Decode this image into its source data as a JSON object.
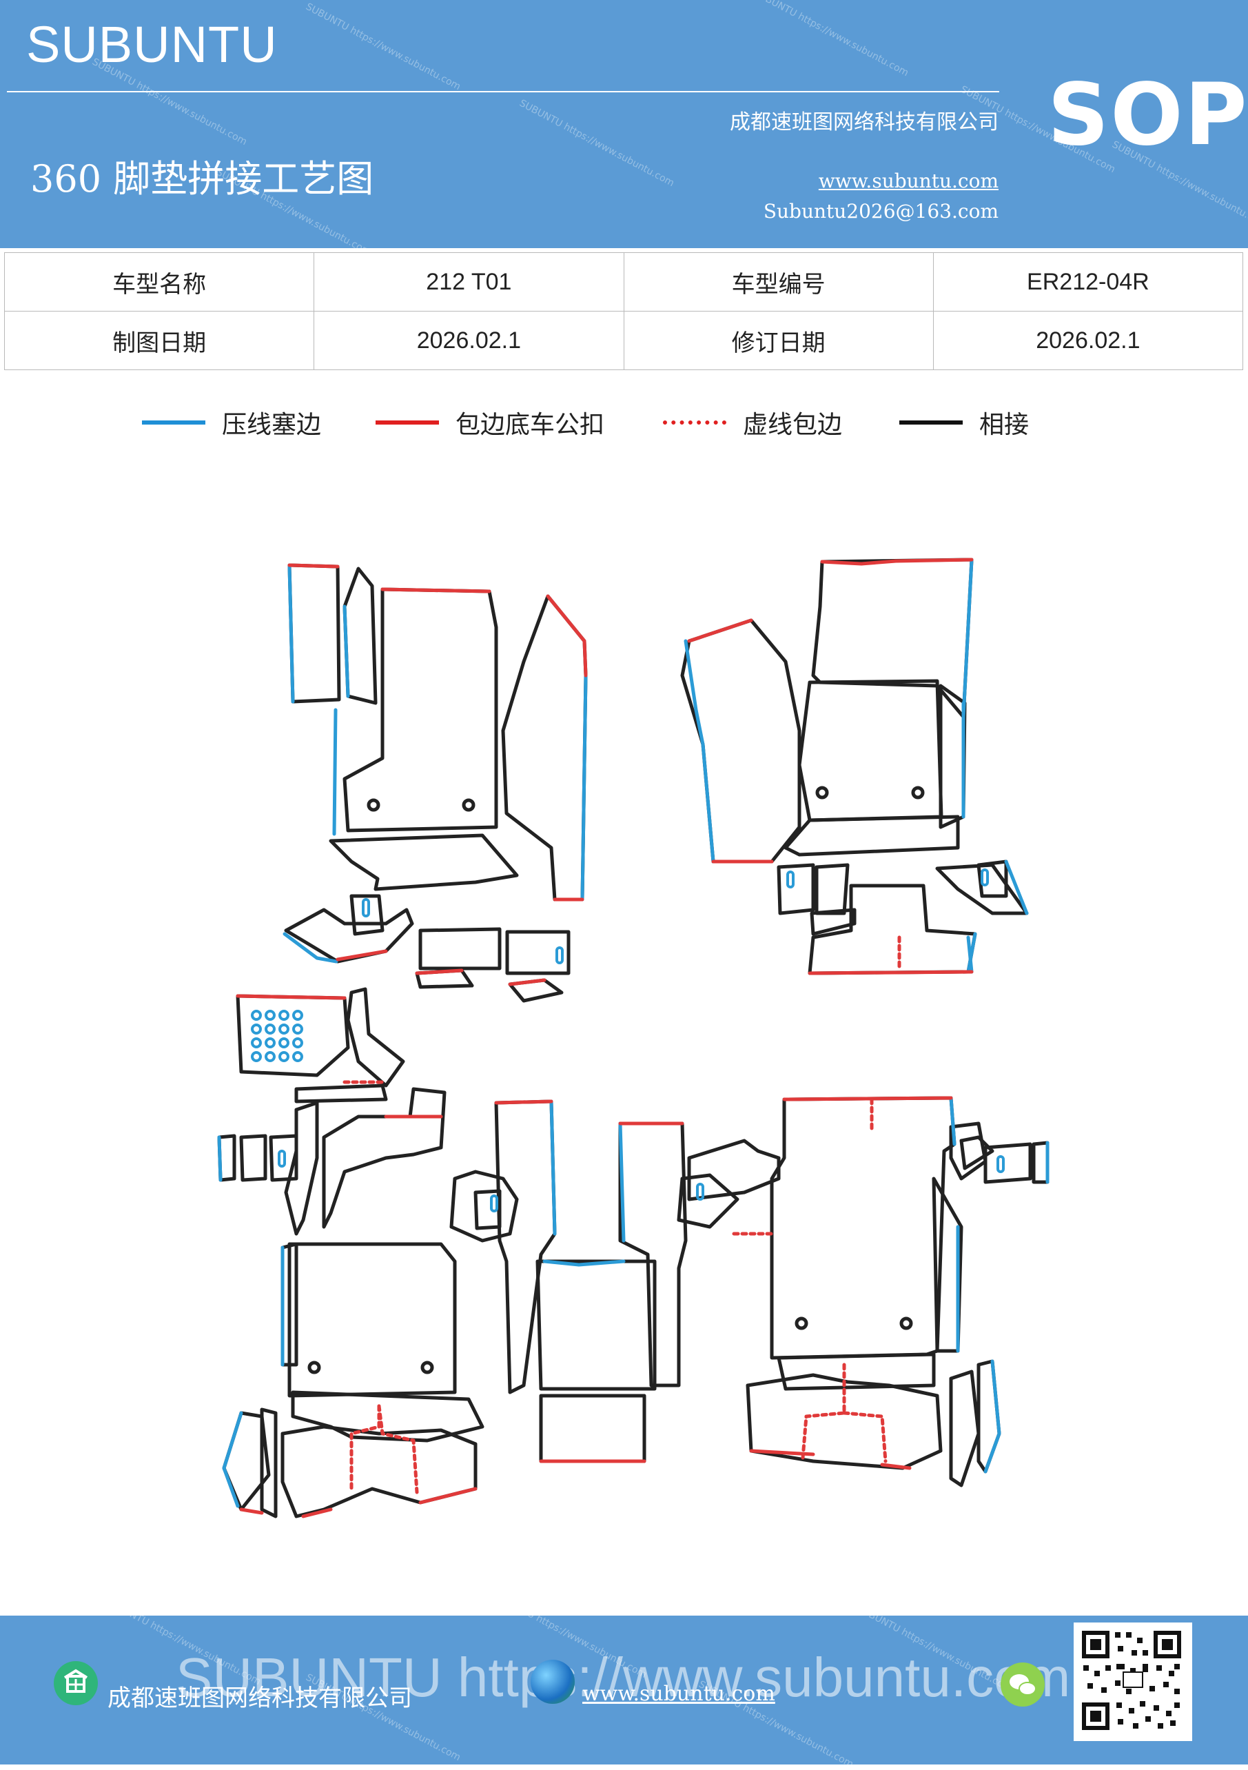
{
  "header": {
    "brand": "SUBUNTU",
    "sop": "SOP",
    "title": "360 脚垫拼接工艺图",
    "company": "成都速班图网络科技有限公司",
    "website": "www.subuntu.com",
    "email": "Subuntu2026@163.com",
    "bg_color": "#5b9bd5"
  },
  "info_table": {
    "rows": [
      [
        "车型名称",
        "212  T01",
        "车型编号",
        "ER212-04R"
      ],
      [
        "制图日期",
        "2026.02.1",
        "修订日期",
        "2026.02.1"
      ]
    ]
  },
  "legend": [
    {
      "label": "压线塞边",
      "color": "#1f8fd6",
      "style": "solid"
    },
    {
      "label": "包边底车公扣",
      "color": "#e02020",
      "style": "solid"
    },
    {
      "label": "虚线包边",
      "color": "#e02020",
      "style": "dotted"
    },
    {
      "label": "相接",
      "color": "#111111",
      "style": "solid"
    }
  ],
  "footer": {
    "company": "成都速班图网络科技有限公司",
    "website": "www.subuntu.com",
    "overlay_text": "SUBUNTU https://www.subuntu.com",
    "bg_color": "#5b9bd5"
  },
  "icons": [
    "company-building-icon",
    "globe-icon",
    "wechat-icon",
    "qr-code-icon"
  ]
}
